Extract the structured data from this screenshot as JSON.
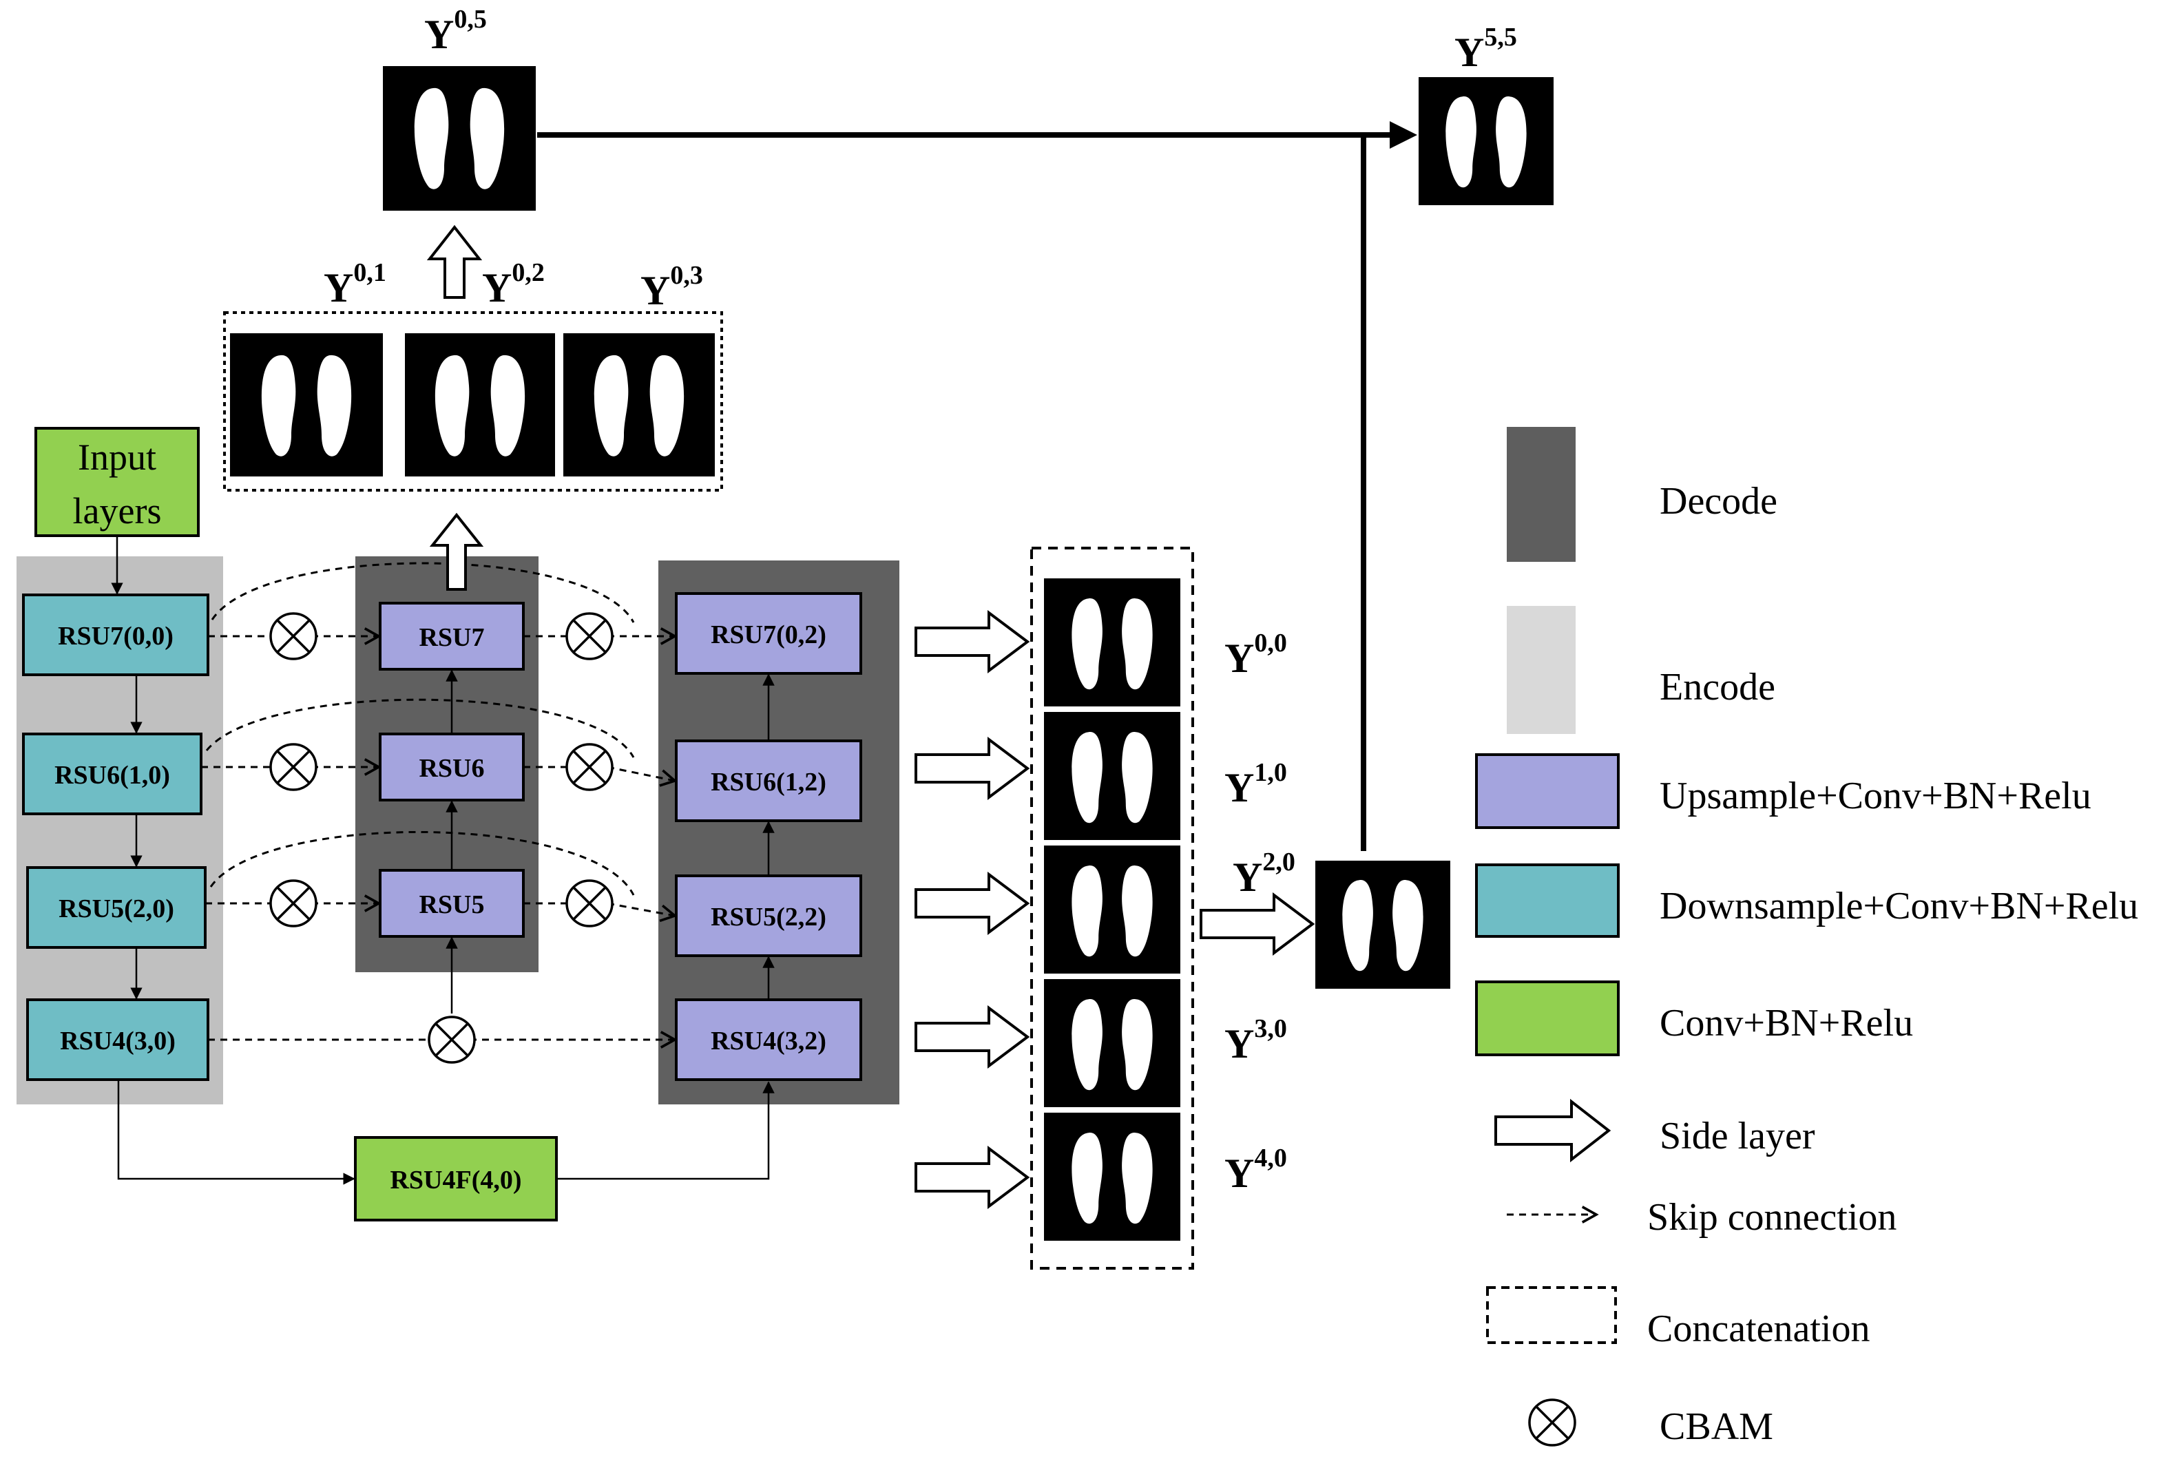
{
  "colors": {
    "encode": "#c0c0c0",
    "decode": "#606060",
    "decode_legend": "#5e5e5e",
    "encode_legend": "#d9d9d9",
    "upsample": "#a4a4de",
    "downsample": "#6fbdc5",
    "conv": "#92d050",
    "output_bg": "#000000",
    "foot": "#ffffff"
  },
  "input": {
    "line1": "Input",
    "line2": "layers"
  },
  "encoder": [
    "RSU7(0,0)",
    "RSU6(1,0)",
    "RSU5(2,0)",
    "RSU4(3,0)"
  ],
  "bridge": "RSU4F(4,0)",
  "middle": [
    "RSU7",
    "RSU6",
    "RSU5"
  ],
  "decoder": [
    "RSU7(0,2)",
    "RSU6(1,2)",
    "RSU5(2,2)",
    "RSU4(3,2)"
  ],
  "side_outputs": [
    {
      "base": "Y",
      "sup": "0,0"
    },
    {
      "base": "Y",
      "sup": "1,0"
    },
    {
      "base": "Y",
      "sup": "2,0"
    },
    {
      "base": "Y",
      "sup": "3,0"
    },
    {
      "base": "Y",
      "sup": "4,0"
    }
  ],
  "top_outputs": [
    {
      "base": "Y",
      "sup": "0,1"
    },
    {
      "base": "Y",
      "sup": "0,2"
    },
    {
      "base": "Y",
      "sup": "0,3"
    }
  ],
  "fused_top": {
    "base": "Y",
    "sup": "0,5"
  },
  "final": {
    "base": "Y",
    "sup": "5,5"
  },
  "legend": {
    "decode": "Decode",
    "encode": "Encode",
    "upsample": "Upsample+Conv+BN+Relu",
    "downsample": "Downsample+Conv+BN+Relu",
    "conv": "Conv+BN+Relu",
    "side": "Side layer",
    "skip": "Skip connection",
    "concat": "Concatenation",
    "cbam": "CBAM"
  }
}
